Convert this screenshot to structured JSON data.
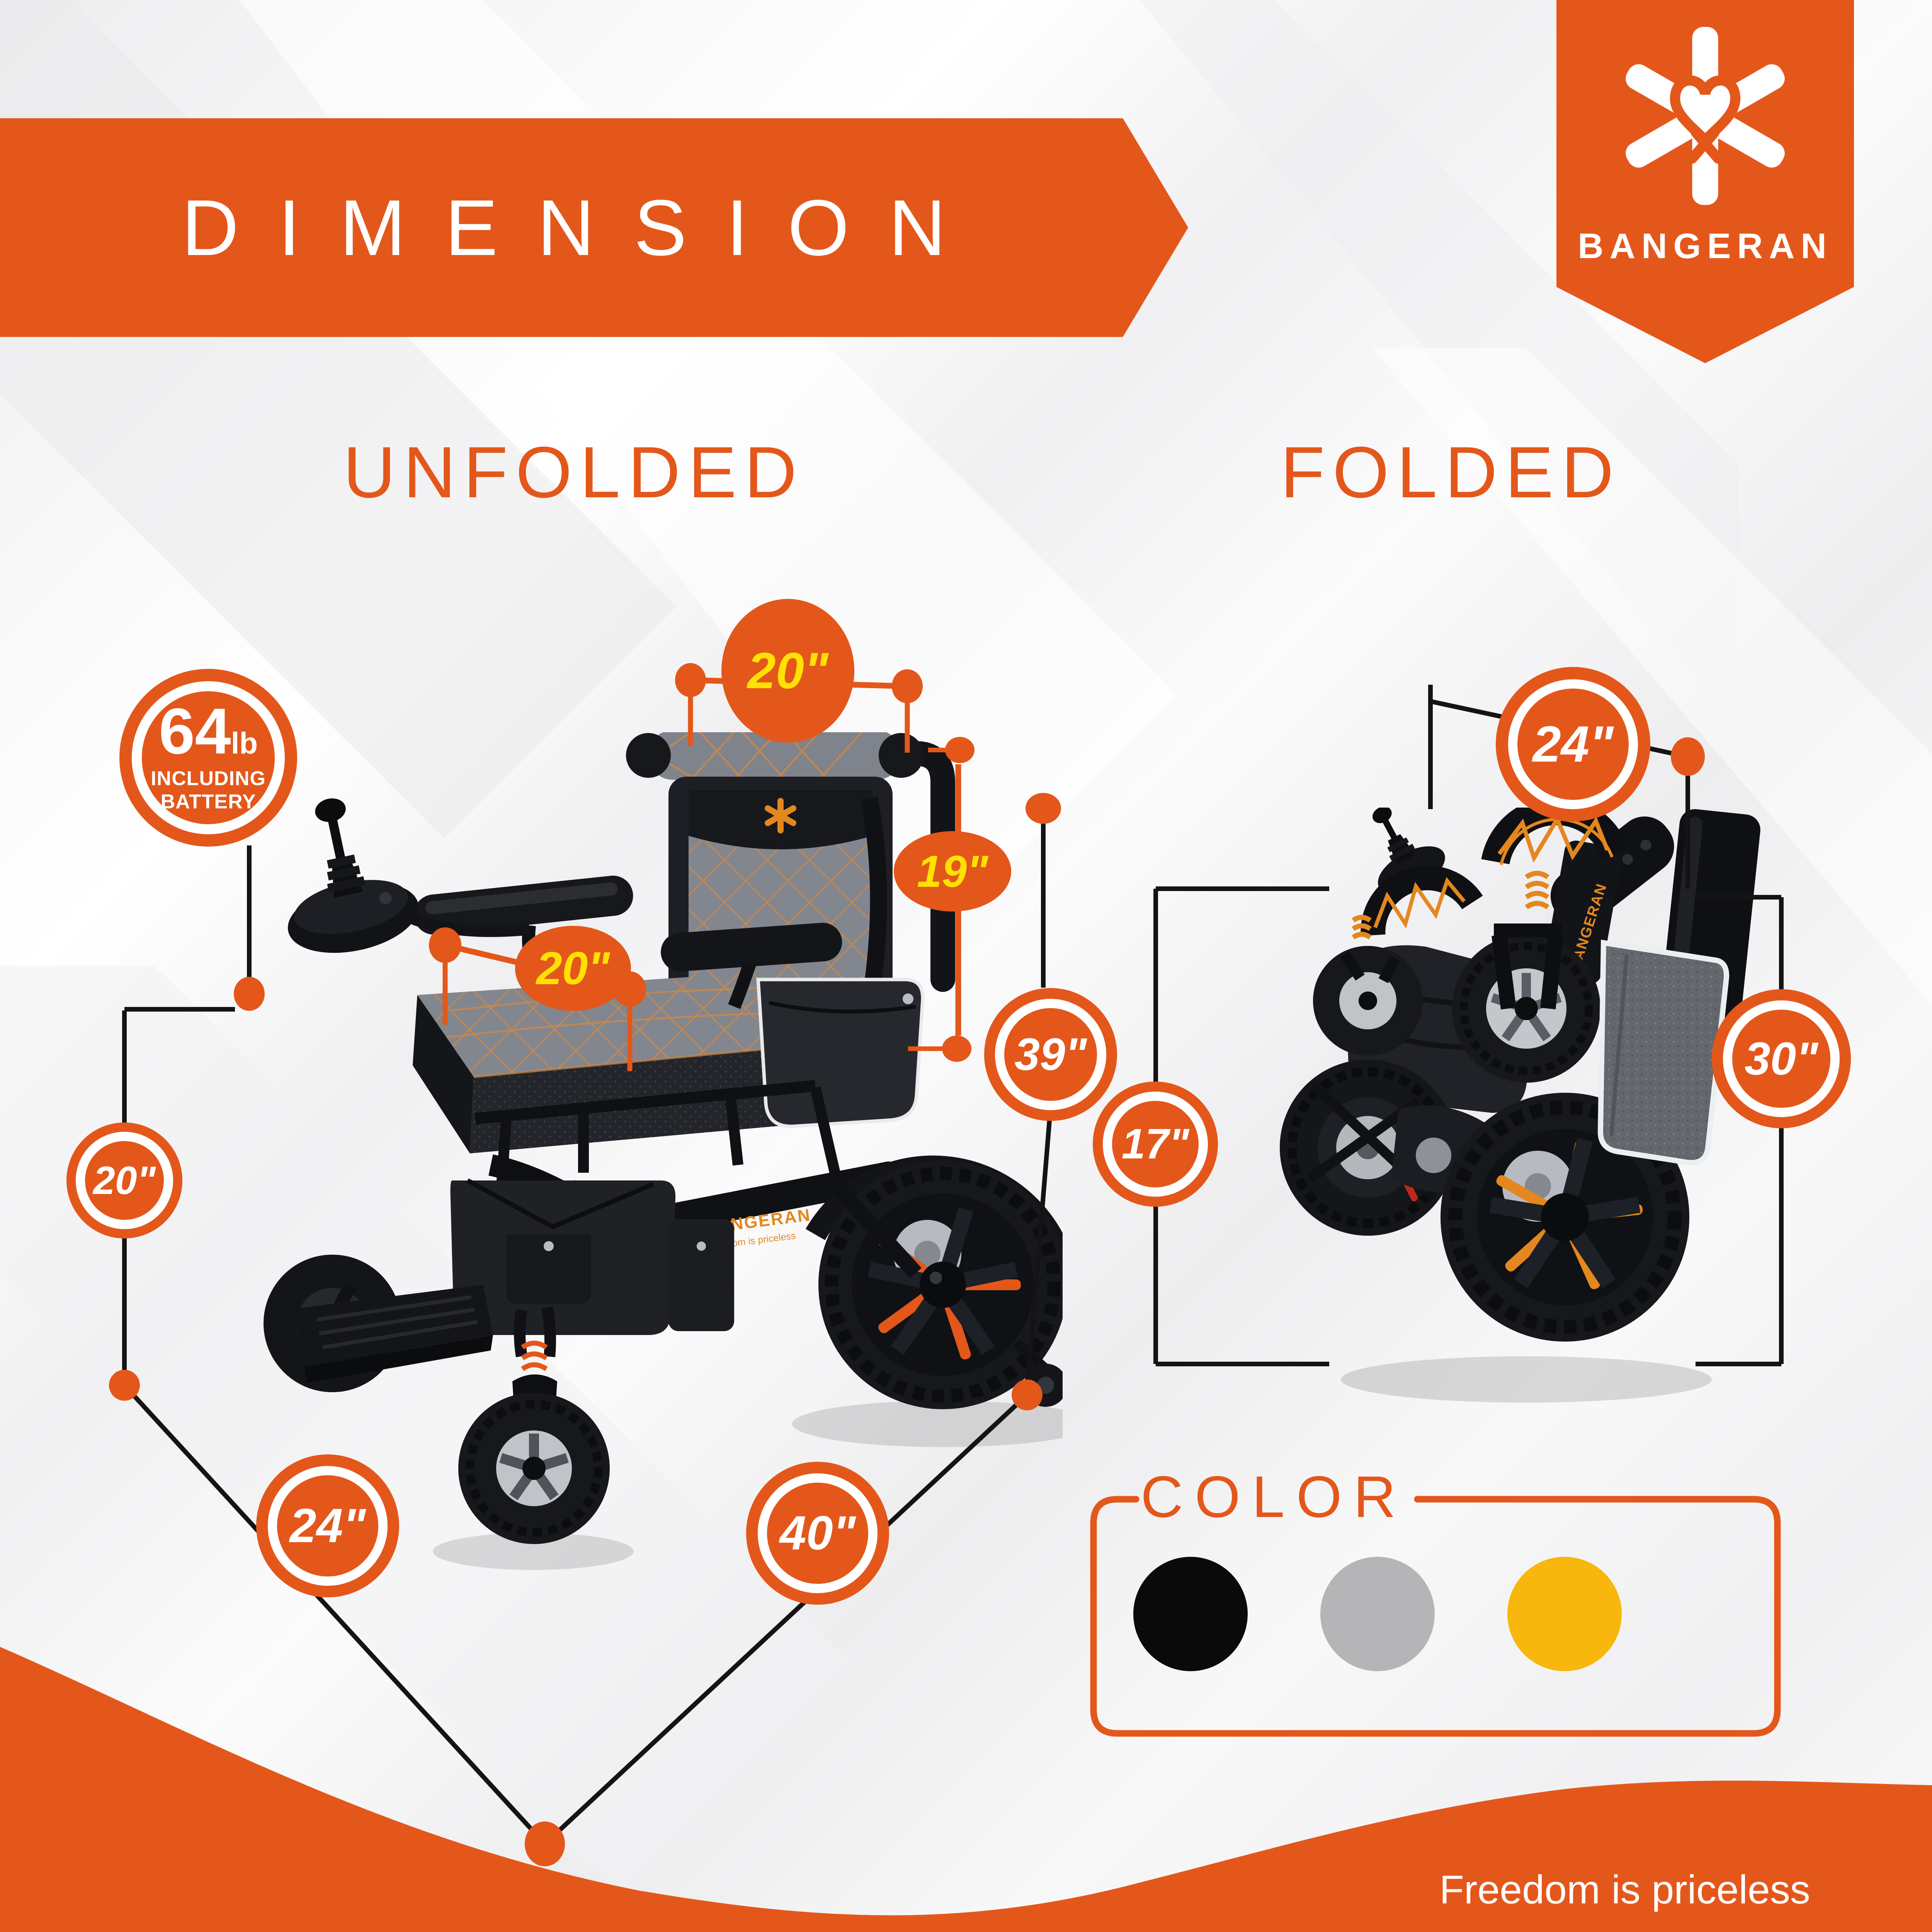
{
  "theme": {
    "accent": "#e4571b",
    "accent_dark": "#c94d15",
    "label_yellow": "#ffe103",
    "line_black": "#141414",
    "background": "#f4f4f6",
    "swatch_gray": "#b5b5b7",
    "swatch_yellow": "#f7b70c",
    "swatch_black": "#0a0a0a"
  },
  "header": {
    "title": "DIMENSION"
  },
  "brand": {
    "name": "BANGERAN",
    "tagline": "Freedom is priceless",
    "logo_icon": "star-of-life-heart-icon"
  },
  "weight": {
    "value": "64",
    "unit": "lb",
    "note_line1": "INCLUDING",
    "note_line2": "BATTERY"
  },
  "sections": {
    "unfolded": {
      "heading": "UNFOLDED",
      "measurements": [
        {
          "id": "seat-top-width",
          "value": "20\"",
          "style": "plain-yellow"
        },
        {
          "id": "backrest-height",
          "value": "19\"",
          "style": "plain-yellow"
        },
        {
          "id": "seat-depth",
          "value": "20\"",
          "style": "plain-yellow"
        },
        {
          "id": "overall-height",
          "value": "39\"",
          "style": "ring-white"
        },
        {
          "id": "seat-floor-height",
          "value": "20\"",
          "style": "ring-white"
        },
        {
          "id": "overall-width",
          "value": "24\"",
          "style": "ring-white"
        },
        {
          "id": "overall-length",
          "value": "40\"",
          "style": "ring-white"
        }
      ]
    },
    "folded": {
      "heading": "FOLDED",
      "measurements": [
        {
          "id": "folded-width",
          "value": "24\"",
          "style": "ring-white"
        },
        {
          "id": "folded-lower-height",
          "value": "17\"",
          "style": "ring-white"
        },
        {
          "id": "folded-height",
          "value": "30\"",
          "style": "ring-white"
        }
      ]
    },
    "color": {
      "heading": "COLOR",
      "swatches": [
        {
          "name": "black",
          "hex": "#0a0a0a",
          "css": "background-color:#0a0a0a"
        },
        {
          "name": "gray",
          "hex": "#b5b5b7",
          "css": "background-color:#b5b5b7"
        },
        {
          "name": "yellow",
          "hex": "#f7b70c",
          "css": "background-color:#f7b70c"
        }
      ]
    }
  }
}
